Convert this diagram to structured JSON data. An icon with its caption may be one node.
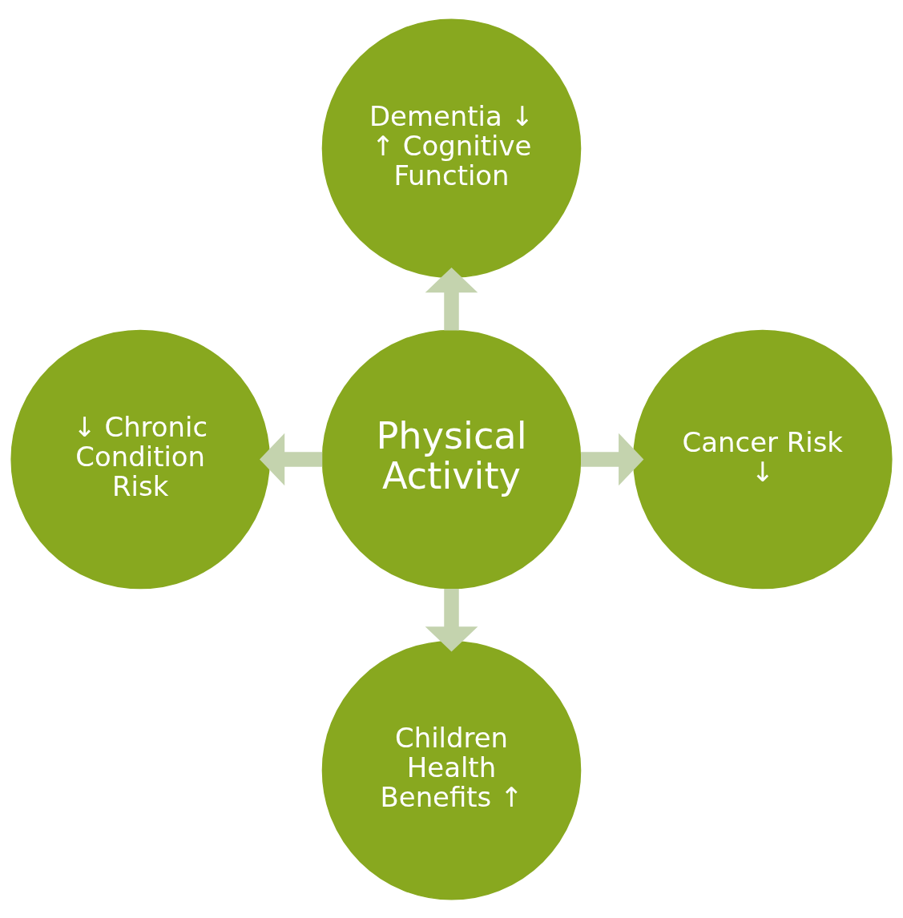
{
  "diagram": {
    "nodes": [
      {
        "text": [
          "Physical Activity"
        ]
      },
      {
        "text": [
          "Dementia ↓",
          "↑ Cognitive Function"
        ]
      },
      {
        "text": [
          "↓ Chronic Condition Risk"
        ]
      },
      {
        "text": [
          "Cancer Risk ↓"
        ]
      },
      {
        "text": [
          "Children Health Benefits ↑"
        ]
      }
    ],
    "edges": [
      {
        "from": 0,
        "to": 1,
        "arrow": "to"
      },
      {
        "from": 0,
        "to": 2,
        "arrow": "to"
      },
      {
        "from": 0,
        "to": 3,
        "arrow": "to"
      },
      {
        "from": 0,
        "to": 4,
        "arrow": "to"
      }
    ]
  }
}
